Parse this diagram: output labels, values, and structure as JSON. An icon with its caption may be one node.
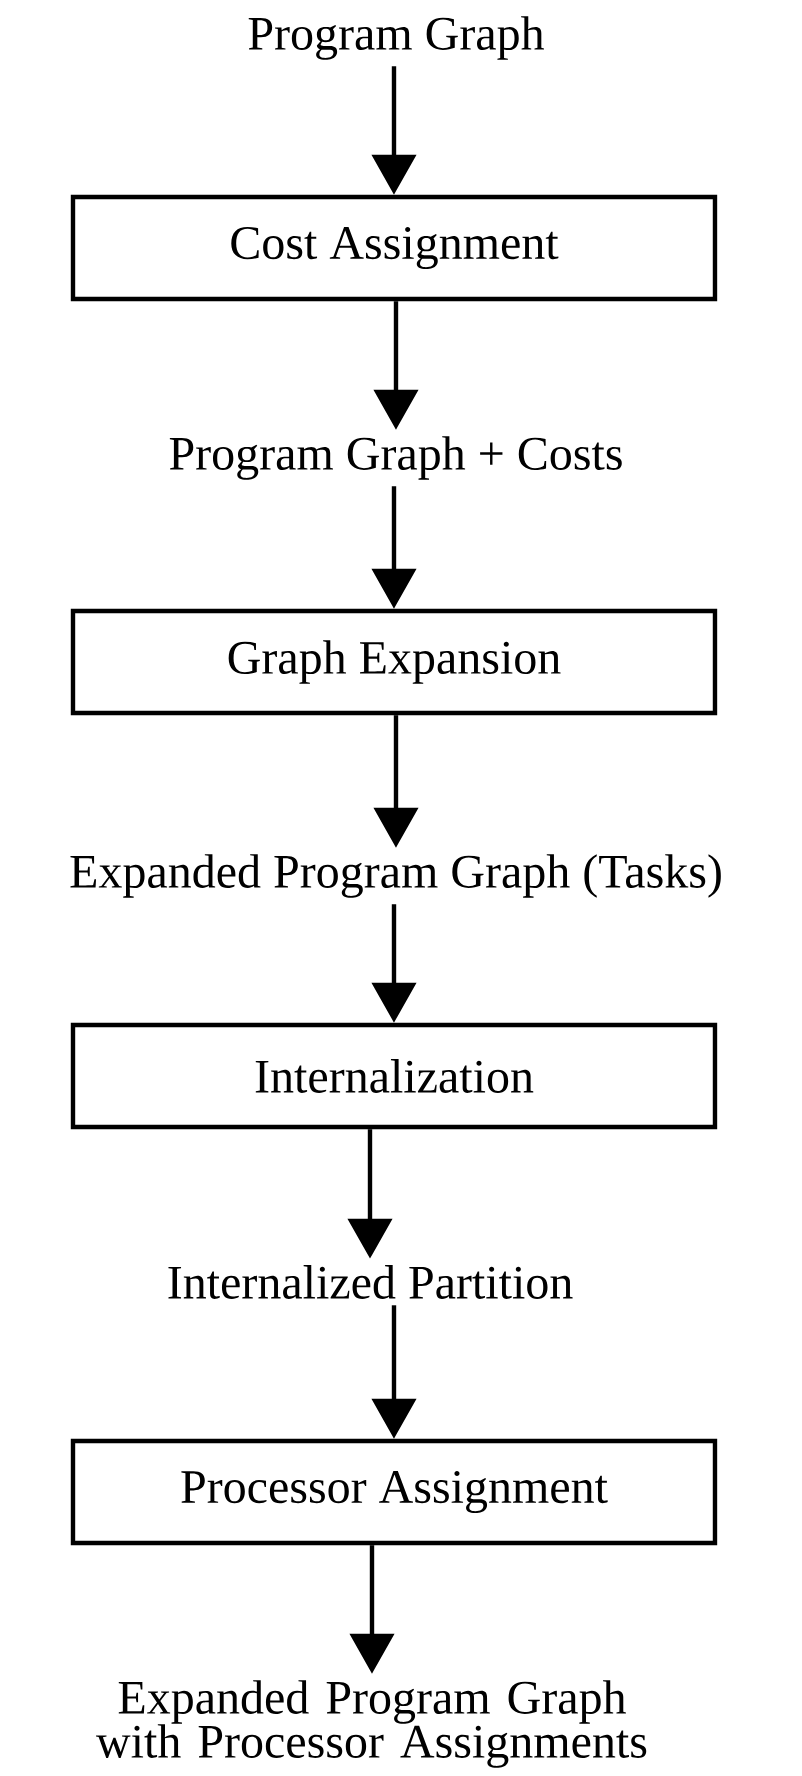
{
  "diagram": {
    "nodes": [
      {
        "text": [
          "Program Graph"
        ]
      },
      {
        "text": [
          "Cost Assignment"
        ]
      },
      {
        "text": [
          "Program Graph + Costs"
        ]
      },
      {
        "text": [
          "Graph Expansion"
        ]
      },
      {
        "text": [
          "Expanded Program Graph (Tasks)"
        ]
      },
      {
        "text": [
          "Internalization"
        ]
      },
      {
        "text": [
          "Internalized Partition"
        ]
      },
      {
        "text": [
          "Processor Assignment"
        ]
      },
      {
        "text": [
          "Expanded Program Graph with Processor Assignments"
        ]
      }
    ],
    "edges": [
      {
        "from": 0,
        "to": 1,
        "arrow": "to"
      },
      {
        "from": 1,
        "to": 2,
        "arrow": "to"
      },
      {
        "from": 2,
        "to": 3,
        "arrow": "to"
      },
      {
        "from": 3,
        "to": 4,
        "arrow": "to"
      },
      {
        "from": 4,
        "to": 5,
        "arrow": "to"
      },
      {
        "from": 5,
        "to": 6,
        "arrow": "to"
      },
      {
        "from": 6,
        "to": 7,
        "arrow": "to"
      },
      {
        "from": 7,
        "to": 8,
        "arrow": "to"
      }
    ]
  }
}
